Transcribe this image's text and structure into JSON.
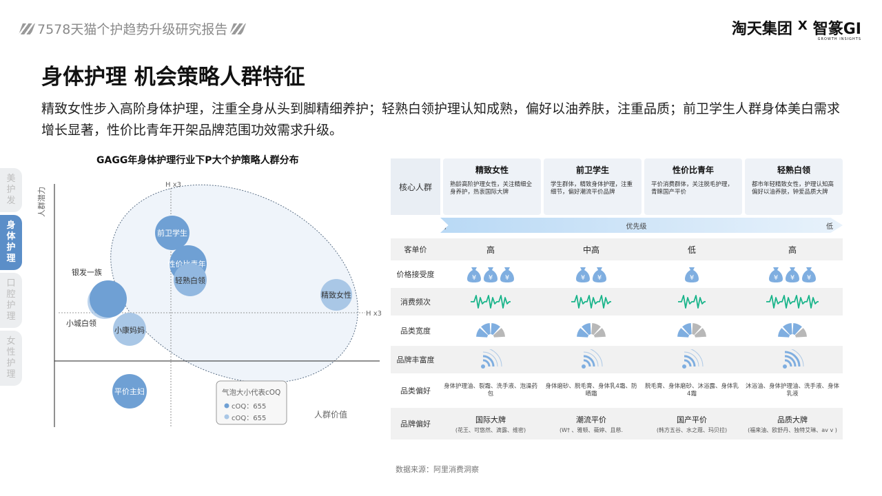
{
  "header": {
    "report_title": "7578天猫个护趋势升级研究报告",
    "brand_left": "淘天集团",
    "brand_x": "X",
    "brand_right": "智篆GI",
    "brand_sub": "GROWTH INSIGHTS"
  },
  "page_title": "身体护理 机会策略人群特征",
  "description": "精致女性步入高阶身体护理，注重全身从头到脚精细养护；轻熟白领护理认知成熟，偏好以油养肤，注重品质；前卫学生人群身体美白需求增长显著，性价比青年开架品牌范围功效需求升级。",
  "side_nav": [
    {
      "label": "美护发",
      "active": false
    },
    {
      "label": "身体护理",
      "active": true
    },
    {
      "label": "口腔护理",
      "active": false
    },
    {
      "label": "女性护理",
      "active": false
    }
  ],
  "bubble_chart": {
    "title": "GAGG年身体护理行业下P大个护策略人群分布",
    "y_axis_label": "人群潜力",
    "x_axis_label": "人群价值",
    "y_marker": "H x3",
    "x_marker": "H x3",
    "bubbles": [
      {
        "name": "前卫学生"
      },
      {
        "name": "性价比青年"
      },
      {
        "name": "轻熟白领"
      },
      {
        "name": "精致女性"
      },
      {
        "name": "银发一族"
      },
      {
        "name": "小城白领"
      },
      {
        "name": "小康妈妈"
      },
      {
        "name": "平价主妇"
      }
    ],
    "legend": {
      "title": "气泡大小代表cOQ",
      "item1": "cOQ：655",
      "item2": "cOQ：655"
    }
  },
  "table": {
    "core_label": "核心人群",
    "personas": [
      {
        "name": "精致女性",
        "desc": "熟龄高阶护理女性，关注精细全身养护，热衷国际大牌"
      },
      {
        "name": "前卫学生",
        "desc": "学生群体，精致身体护理，注重细节，偏好潮流平价品牌"
      },
      {
        "name": "性价比青年",
        "desc": "平价消费群体，关注脱毛护理，青睐国产平价"
      },
      {
        "name": "轻熟白领",
        "desc": "都市年轻精致女性，护理认知高偏好以油养肤，钟爱品质大牌"
      }
    ],
    "priority": {
      "label": "优先级",
      "high": "高",
      "low": "低"
    },
    "rows": {
      "price_label": "客单价",
      "price_values": [
        "高",
        "中高",
        "低",
        "高"
      ],
      "acceptance_label": "价格接受度",
      "acceptance_levels": [
        3,
        2,
        1,
        3
      ],
      "money_symbol": "¥",
      "frequency_label": "消费频次",
      "frequency_levels": [
        3,
        3,
        2,
        4
      ],
      "breadth_label": "品类宽度",
      "breadth_levels": [
        3,
        2,
        2,
        3
      ],
      "richness_label": "品牌丰富度",
      "richness_levels": [
        2,
        2,
        2,
        3
      ],
      "category_pref_label": "品类偏好",
      "category_prefs": [
        "身体护理油、裂霜、洗手液、泡澡药包",
        "身体磨砂、脱毛膏、身体乳4霜、防晒霜",
        "脱毛膏、身体磨砂、沐浴露、身体乳4霜",
        "沐浴油、身体护理油、洗手液、身体乳液"
      ],
      "brand_pref_label": "品牌偏好",
      "brand_prefs": [
        {
          "main": "国际大牌",
          "sub": "(花王、可悠然、滴露、维密)"
        },
        {
          "main": "潮流平价",
          "sub": "(W†  、雅顿、薇婷、且慈."
        },
        {
          "main": "国产平价",
          "sub": "(韩方五谷、水之蔻、玛贝拉)"
        },
        {
          "main": "品质大牌",
          "sub": "(福来油、欧舒丹、独特艾琳、av  v )"
        }
      ]
    },
    "colors": {
      "icon_blue": "#7faee0",
      "pulse_green": "#19b48a",
      "grey": "#b8b8b8"
    }
  },
  "source": "数据来源：阿里消费洞察"
}
